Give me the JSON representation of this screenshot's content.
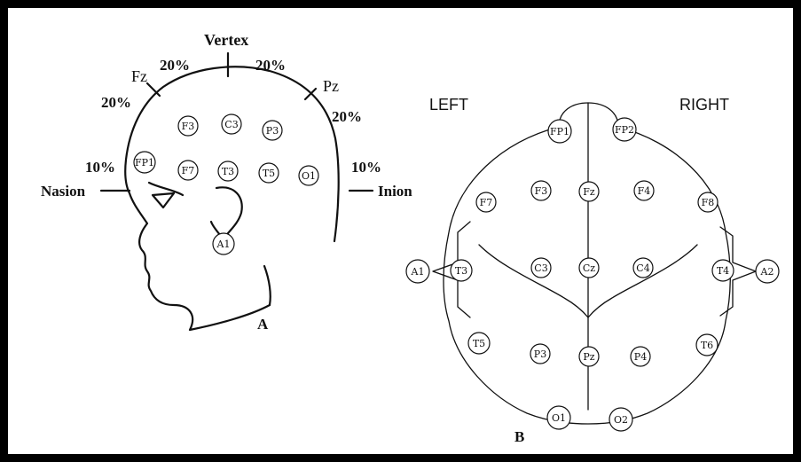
{
  "panel_a": {
    "label": "A",
    "landmarks": {
      "vertex": "Vertex",
      "fz": "Fz",
      "pz": "Pz",
      "nasion": "Nasion",
      "inion": "Inion"
    },
    "percentages": {
      "fz_vertex": "20%",
      "vertex_pz": "20%",
      "nasion_fz": "20%",
      "pz_inion": "20%",
      "nasion_low": "10%",
      "inion_low": "10%"
    },
    "electrodes": {
      "f3": "F3",
      "c3": "C3",
      "p3": "P3",
      "fp1": "FP1",
      "f7": "F7",
      "t3": "T3",
      "t5": "T5",
      "o1": "O1",
      "a1": "A1"
    }
  },
  "panel_b": {
    "label": "B",
    "left_label": "LEFT",
    "right_label": "RIGHT",
    "electrodes": {
      "fp1": "FP1",
      "fp2": "FP2",
      "f7": "F7",
      "f3": "F3",
      "fz": "Fz",
      "f4": "F4",
      "f8": "F8",
      "a1": "A1",
      "t3": "T3",
      "c3": "C3",
      "cz": "Cz",
      "c4": "C4",
      "t4": "T4",
      "a2": "A2",
      "t5": "T5",
      "p3": "P3",
      "pz": "Pz",
      "p4": "P4",
      "t6": "T6",
      "o1": "O1",
      "o2": "O2"
    }
  }
}
